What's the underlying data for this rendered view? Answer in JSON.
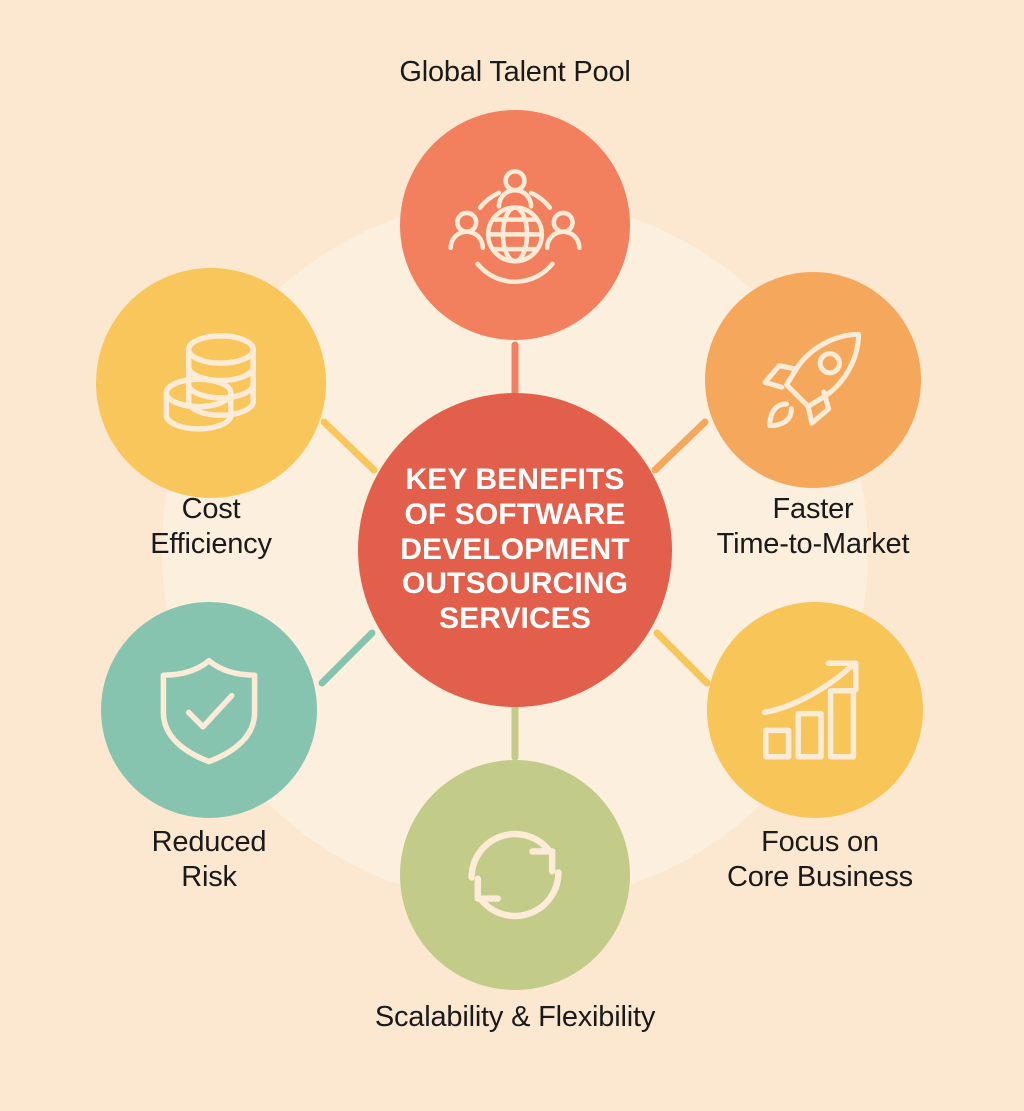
{
  "theme": {
    "background": "#FCE8D0",
    "backdrop_ring": "#FDEFDE",
    "hub_color": "#E2604B",
    "icon_color": "#FCEBD6",
    "label_color": "#1A1A1A"
  },
  "hub": {
    "name": "key-benefits-hub",
    "title": "KEY BENEFITS\nOF SOFTWARE\nDEVELOPMENT\nOUTSOURCING\nSERVICES",
    "color": "#E2604B"
  },
  "benefits": [
    {
      "id": "global-talent-pool",
      "label": "Global Talent Pool",
      "icon": "globe-people-icon",
      "color": "#F2805F",
      "label_position": "top"
    },
    {
      "id": "faster-time-to-market",
      "label": "Faster\nTime-to-Market",
      "icon": "rocket-icon",
      "color": "#F5A85C",
      "label_position": "right"
    },
    {
      "id": "focus-on-core-business",
      "label": "Focus on\nCore Business",
      "icon": "growth-chart-icon",
      "color": "#F7C558",
      "label_position": "right"
    },
    {
      "id": "scalability-and-flexibility",
      "label": "Scalability & Flexibility",
      "icon": "refresh-cycle-icon",
      "color": "#C2CB88",
      "label_position": "bottom"
    },
    {
      "id": "reduced-risk",
      "label": "Reduced\nRisk",
      "icon": "shield-check-icon",
      "color": "#87C4B0",
      "label_position": "left"
    },
    {
      "id": "cost-efficiency",
      "label": "Cost\nEfficiency",
      "icon": "stacked-coins-icon",
      "color": "#F8C65B",
      "label_position": "left"
    }
  ],
  "chart_data": {
    "type": "diagram",
    "diagram_kind": "hub-and-spoke",
    "title": "KEY BENEFITS OF SOFTWARE DEVELOPMENT OUTSOURCING SERVICES",
    "node_count": 6,
    "nodes": [
      "Global Talent Pool",
      "Faster Time-to-Market",
      "Focus on Core Business",
      "Scalability & Flexibility",
      "Reduced Risk",
      "Cost Efficiency"
    ]
  }
}
